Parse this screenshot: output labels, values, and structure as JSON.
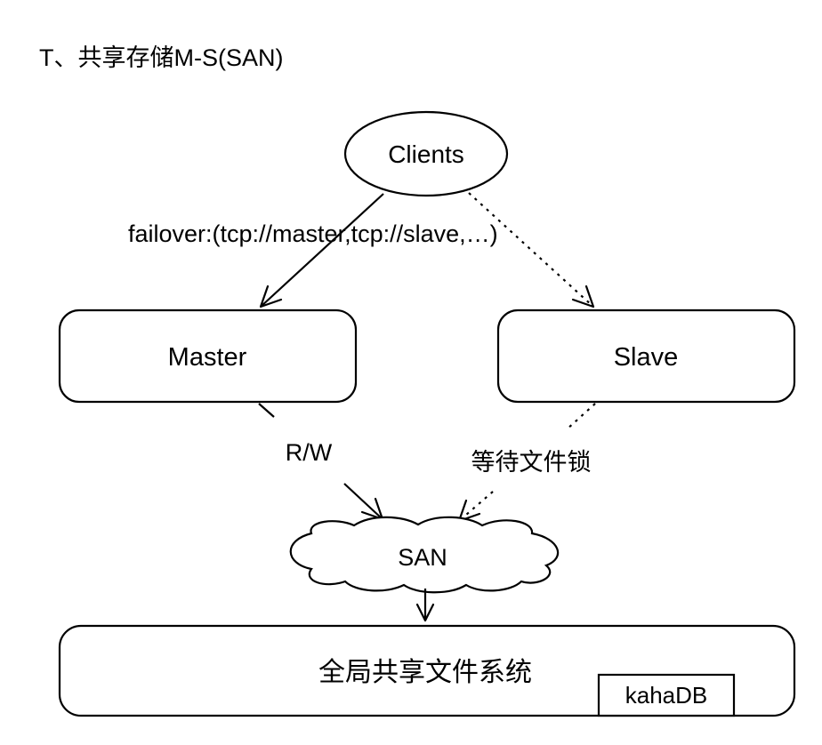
{
  "title": "T、共享存储M-S(SAN)",
  "nodes": {
    "clients": "Clients",
    "master": "Master",
    "slave": "Slave",
    "san": "SAN",
    "global_fs": "全局共享文件系统",
    "kahadb": "kahaDB"
  },
  "edges": {
    "failover": "failover:(tcp://master,tcp://slave,…)",
    "rw": "R/W",
    "wait_lock": "等待文件锁"
  }
}
